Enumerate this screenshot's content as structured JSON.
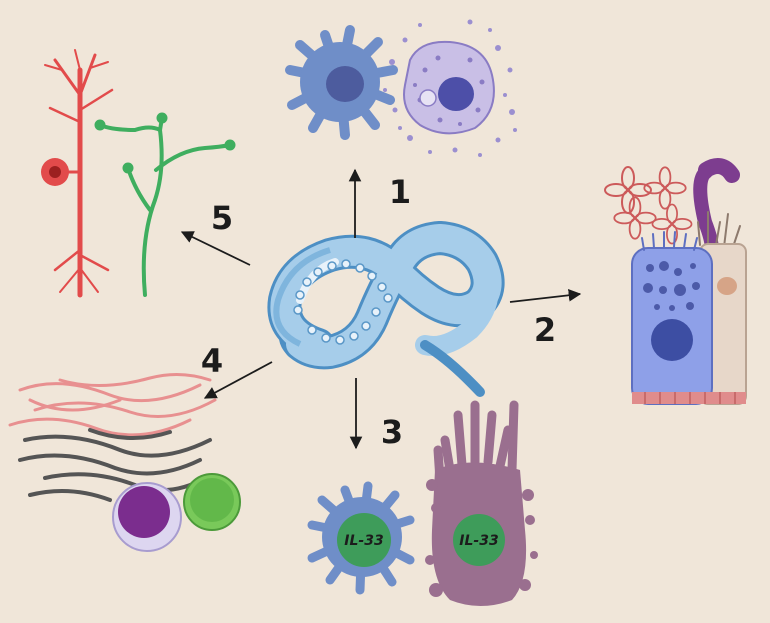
{
  "background_color": "#f0e6d9",
  "labels": {
    "n1": "1",
    "n2": "2",
    "n3": "3",
    "n4": "4",
    "n5": "5",
    "il33_left": "IL-33",
    "il33_right": "IL-33"
  },
  "colors": {
    "worm": "#6fa9d6",
    "dendritic_cell": "#6f8ec8",
    "eosinophil": "#9b8fd0",
    "tuft_cell": "#8ea0e8",
    "neuron_red": "#e24b4b",
    "neuron_green": "#3fae5f",
    "il33_nucleus": "#3e9c5a",
    "fibroblast_like_cell": "#9a6f8f"
  },
  "icons": [
    "nematode-worm",
    "dendritic-cell",
    "degranulating-eosinophil",
    "intestinal-epithelium",
    "neuron",
    "fibers",
    "lymphocyte"
  ]
}
